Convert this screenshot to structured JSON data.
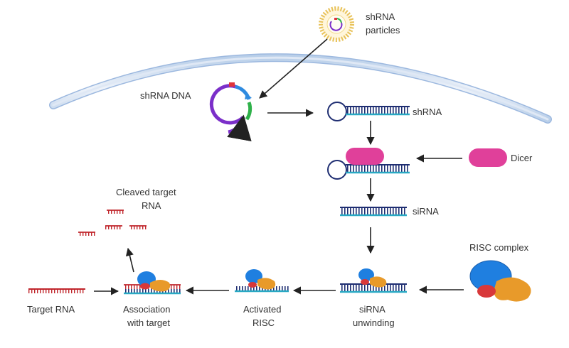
{
  "labels": {
    "shrna_particles_1": "shRNA",
    "shrna_particles_2": "particles",
    "shrna_dna": "shRNA DNA",
    "shrna": "shRNA",
    "dicer": "Dicer",
    "sirna": "siRNA",
    "risc_complex": "RISC complex",
    "cleaved_1": "Cleaved target",
    "cleaved_2": "RNA",
    "target_rna": "Target RNA",
    "association_1": "Association",
    "association_2": "with target",
    "activated_1": "Activated",
    "activated_2": "RISC",
    "unwinding_1": "siRNA",
    "unwinding_2": "unwinding"
  },
  "colors": {
    "membrane_outer": "#a9c3e4",
    "membrane_fill": "#e6eef8",
    "dna_purple": "#7b2fc9",
    "dna_blue": "#2f8be0",
    "dna_green": "#2fb14a",
    "dna_red": "#e0343a",
    "rna_navy": "#1f2e72",
    "rna_teal": "#29a9c4",
    "target_red": "#c0262c",
    "dicer_pink": "#e0409a",
    "risc_blue": "#1f7fe0",
    "risc_red": "#d8383a",
    "risc_orange": "#e89a2a",
    "particle_gold": "#e8c25a",
    "arrow": "#222222"
  }
}
